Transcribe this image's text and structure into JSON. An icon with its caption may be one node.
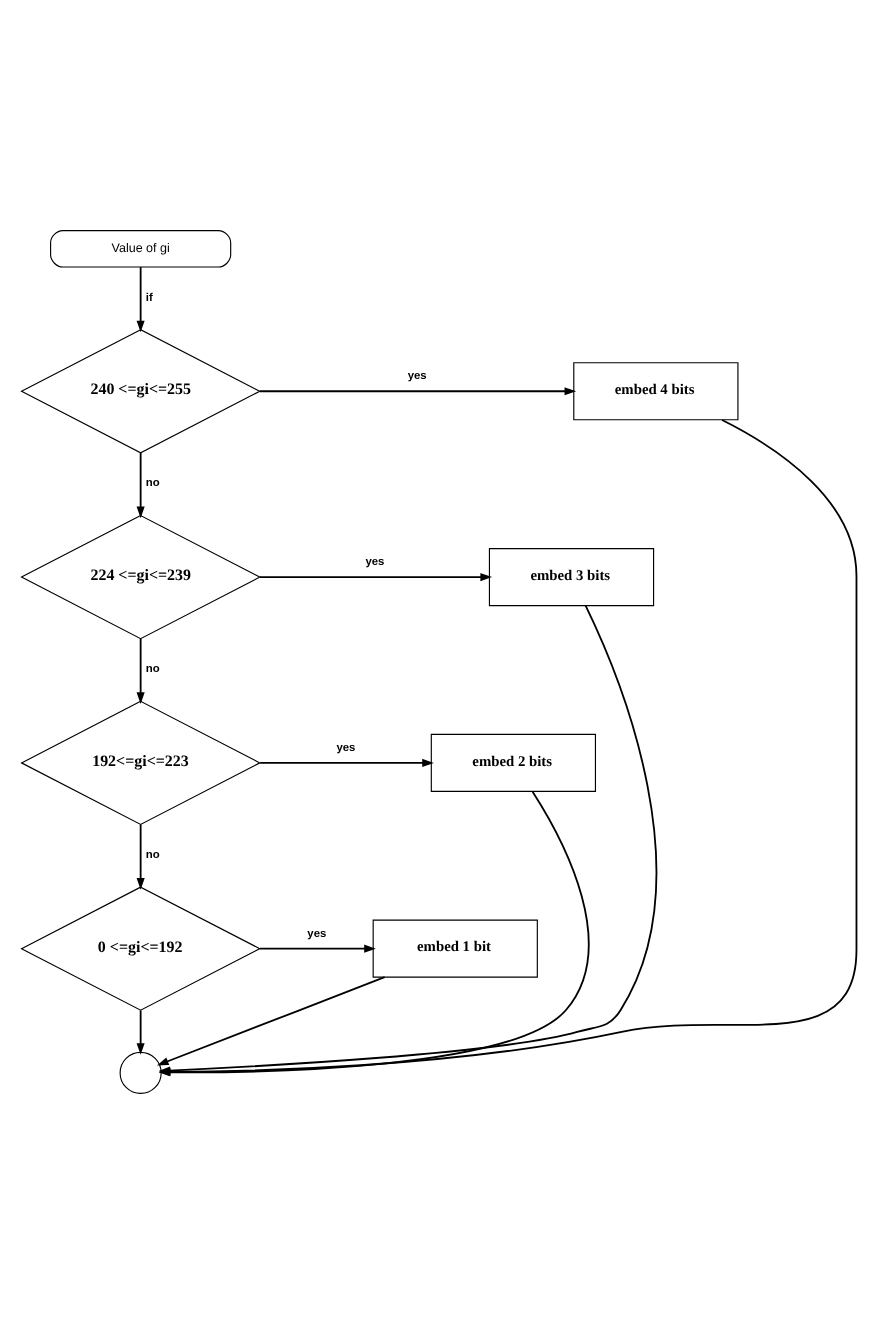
{
  "diagram": {
    "nodes": [
      {
        "text": [
          "Value of gi"
        ]
      },
      {
        "text": [
          "240 <=gi<=255"
        ]
      },
      {
        "text": [
          "embed 4 bits"
        ]
      },
      {
        "text": [
          "224 <=gi<=239"
        ]
      },
      {
        "text": [
          "embed 3 bits"
        ]
      },
      {
        "text": [
          "192<=gi<=223"
        ]
      },
      {
        "text": [
          "embed 2 bits"
        ]
      },
      {
        "text": [
          "0 <=gi<=192"
        ]
      },
      {
        "text": [
          "embed 1 bit"
        ]
      },
      {
        "text": [],
        "shape": "circle"
      }
    ],
    "edges": [
      {
        "from": 0,
        "to": 1,
        "arrow": "to",
        "label": "if"
      },
      {
        "from": 1,
        "to": 2,
        "arrow": "to",
        "label": "yes"
      },
      {
        "from": 1,
        "to": 3,
        "arrow": "to",
        "label": "no"
      },
      {
        "from": 3,
        "to": 4,
        "arrow": "to",
        "label": "yes"
      },
      {
        "from": 3,
        "to": 5,
        "arrow": "to",
        "label": "no"
      },
      {
        "from": 5,
        "to": 6,
        "arrow": "to",
        "label": "yes"
      },
      {
        "from": 5,
        "to": 7,
        "arrow": "to",
        "label": "no"
      },
      {
        "from": 7,
        "to": 8,
        "arrow": "to",
        "label": "yes"
      },
      {
        "from": 7,
        "to": 9,
        "arrow": "to"
      },
      {
        "from": 2,
        "to": 9,
        "arrow": "to"
      },
      {
        "from": 4,
        "to": 9,
        "arrow": "to"
      },
      {
        "from": 6,
        "to": 9,
        "arrow": "to"
      },
      {
        "from": 8,
        "to": 9,
        "arrow": "to"
      }
    ]
  }
}
